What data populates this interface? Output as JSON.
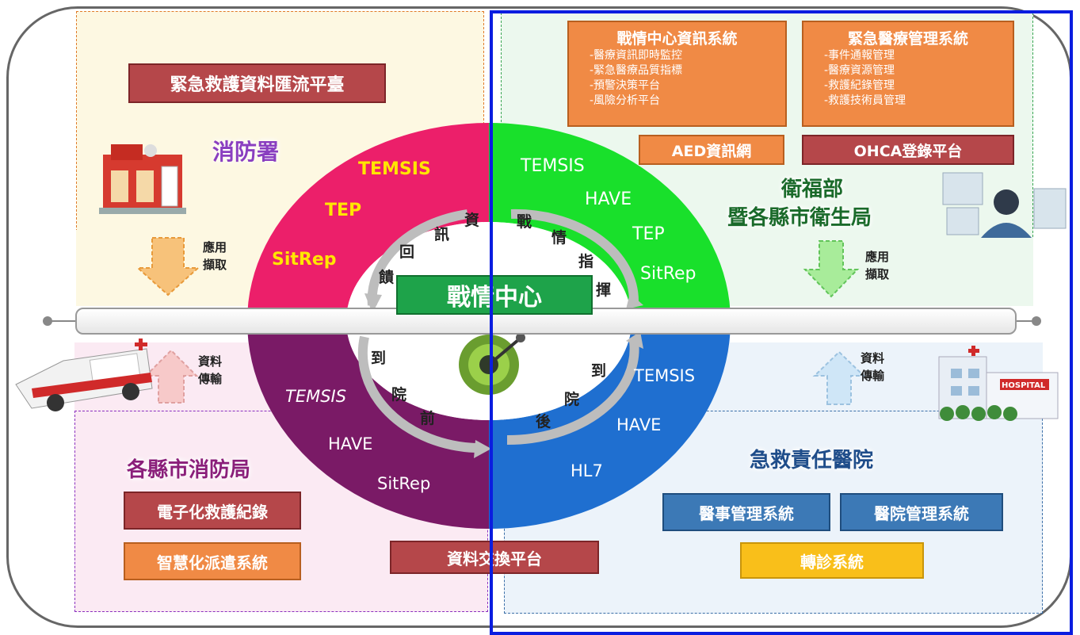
{
  "top_left": {
    "platform": "緊急救護資料匯流平臺",
    "agency": "消防署",
    "arrow_label_1": "應用",
    "arrow_label_2": "擷取"
  },
  "top_right": {
    "system1": {
      "title": "戰情中心資訊系統",
      "items": [
        "-醫療資訊即時監控",
        "-緊急醫療品質指標",
        "-預警決策平台",
        "-風險分析平台"
      ]
    },
    "system2": {
      "title": "緊急醫療管理系統",
      "items": [
        "-事件通報管理",
        "-醫療資源管理",
        "-救護紀錄管理",
        "-救護技術員管理"
      ]
    },
    "aed": "AED資訊網",
    "ohca": "OHCA登錄平台",
    "agency_line1": "衛福部",
    "agency_line2": "暨各縣市衛生局",
    "arrow_label_1": "應用",
    "arrow_label_2": "擷取"
  },
  "bottom_left": {
    "agency": "各縣市消防局",
    "record": "電子化救護紀錄",
    "dispatch": "智慧化派遣系統",
    "arrow_label_1": "資料",
    "arrow_label_2": "傳輸"
  },
  "bottom_right": {
    "agency": "急救責任醫院",
    "med_mgmt": "醫事管理系統",
    "hosp_mgmt": "醫院管理系統",
    "referral": "轉診系統",
    "arrow_label_1": "資料",
    "arrow_label_2": "傳輸",
    "hospital_sign": "HOSPITAL"
  },
  "center": {
    "title": "戰情中心",
    "exchange": "資料交換平台",
    "ring_tl": [
      "TEMSIS",
      "TEP",
      "SitRep"
    ],
    "ring_tr": [
      "TEMSIS",
      "HAVE",
      "TEP",
      "SitRep"
    ],
    "ring_bl": [
      "TEMSIS",
      "HAVE",
      "SitRep"
    ],
    "ring_br": [
      "TEMSIS",
      "HAVE",
      "HL7"
    ],
    "inner_tl": [
      "資",
      "訊",
      "回",
      "饋"
    ],
    "inner_tr": [
      "戰",
      "情",
      "指",
      "揮"
    ],
    "inner_bl": [
      "到",
      "院",
      "前"
    ],
    "inner_br": [
      "到",
      "院",
      "後"
    ]
  },
  "colors": {
    "ring_tl": "#ec1f6a",
    "ring_tr": "#19e02b",
    "ring_bl": "#7a1a66",
    "ring_br": "#1f6fd0",
    "center_box": "#1ea34a",
    "highlight": "#0a1de0"
  }
}
